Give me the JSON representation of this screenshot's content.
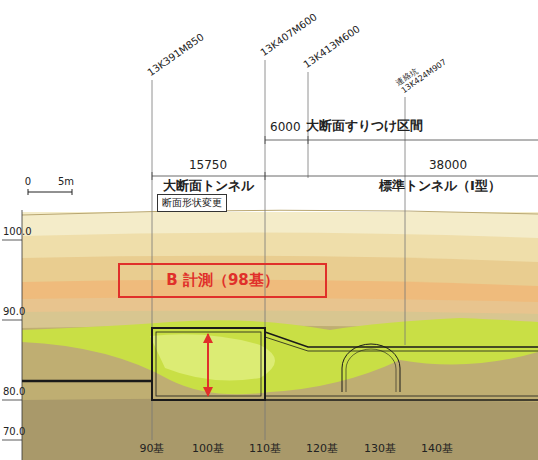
{
  "diagram": {
    "nodes": [
      {
        "text": [
          "B 計測（98基）"
        ]
      },
      {
        "text": [
          "断面形状変更"
        ]
      }
    ],
    "labels": [
      "13K391M850",
      "13K407M600",
      "13K413M600",
      "連絡坑 13K424M907",
      "6000",
      "大断面すりつけ区間",
      "15750",
      "大断面トンネル",
      "38000",
      "標準トンネル（Ⅰ型）",
      "0",
      "5m",
      "100.0",
      "90.0",
      "80.0",
      "70.0",
      "90基",
      "100基",
      "110基",
      "120基",
      "130基",
      "140基"
    ]
  }
}
